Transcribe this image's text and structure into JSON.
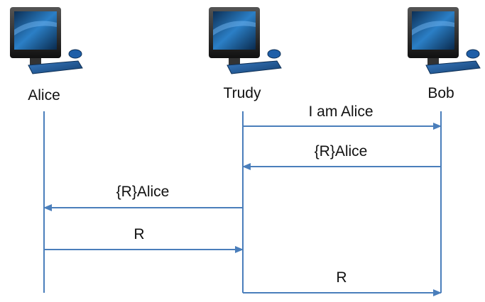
{
  "parties": [
    {
      "id": "alice",
      "label": "Alice"
    },
    {
      "id": "trudy",
      "label": "Trudy"
    },
    {
      "id": "bob",
      "label": "Bob"
    }
  ],
  "messages": [
    {
      "from": "trudy",
      "to": "bob",
      "label": "I am Alice"
    },
    {
      "from": "bob",
      "to": "trudy",
      "label": "{R}Alice"
    },
    {
      "from": "trudy",
      "to": "alice",
      "label": "{R}Alice"
    },
    {
      "from": "alice",
      "to": "trudy",
      "label": "R"
    },
    {
      "from": "trudy",
      "to": "bob",
      "label": "R"
    }
  ],
  "colors": {
    "line": "#4a7ebb",
    "screen": "#1f5f9e",
    "frame": "#2a2a2a",
    "keyboard": "#1a4f88"
  },
  "icons": {
    "computer": "desktop-computer-icon"
  }
}
